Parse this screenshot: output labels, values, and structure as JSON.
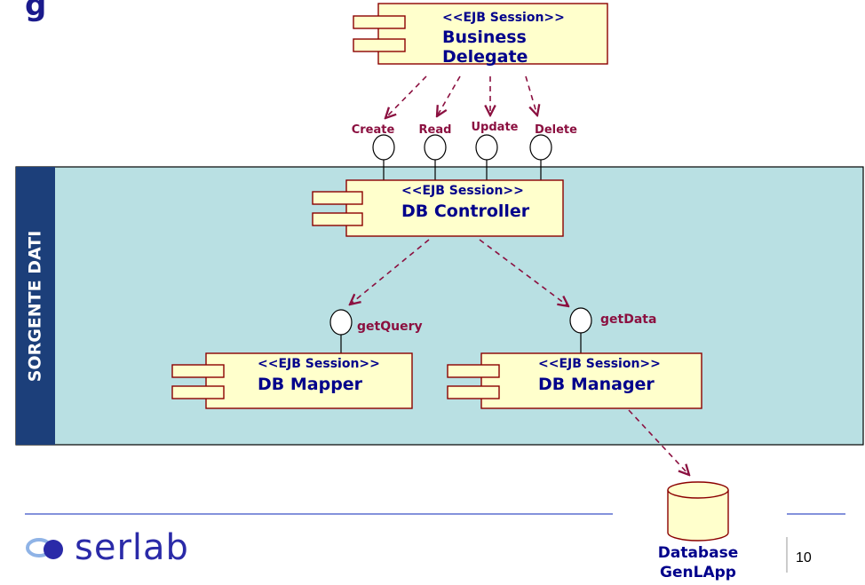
{
  "title_fragment": "g",
  "side_label": "SORGENTE DATI",
  "components": {
    "business_delegate": {
      "stereotype": "<<EJB Session>>",
      "name_line1": "Business",
      "name_line2": "Delegate"
    },
    "db_controller": {
      "stereotype": "<<EJB Session>>",
      "name": "DB Controller"
    },
    "db_mapper": {
      "stereotype": "<<EJB Session>>",
      "name": "DB Mapper"
    },
    "db_manager": {
      "stereotype": "<<EJB Session>>",
      "name": "DB Manager"
    }
  },
  "interfaces": {
    "create": "Create",
    "read": "Read",
    "update": "Update",
    "delete": "Delete",
    "get_query": "getQuery",
    "get_data": "getData"
  },
  "database": {
    "line1": "Database",
    "line2": "GenLApp"
  },
  "footer": {
    "logo_text": "serlab",
    "page_number": "10"
  },
  "colors": {
    "component_fill": "#ffffcc",
    "component_border": "#8b0000",
    "interface_label": "#8b1040",
    "arrow": "#8b1040",
    "name_text": "#00008b",
    "panel_fill": "#b9e0e3",
    "side_bar_fill": "#1c3f7a",
    "footer_line": "#5b6fd0"
  }
}
